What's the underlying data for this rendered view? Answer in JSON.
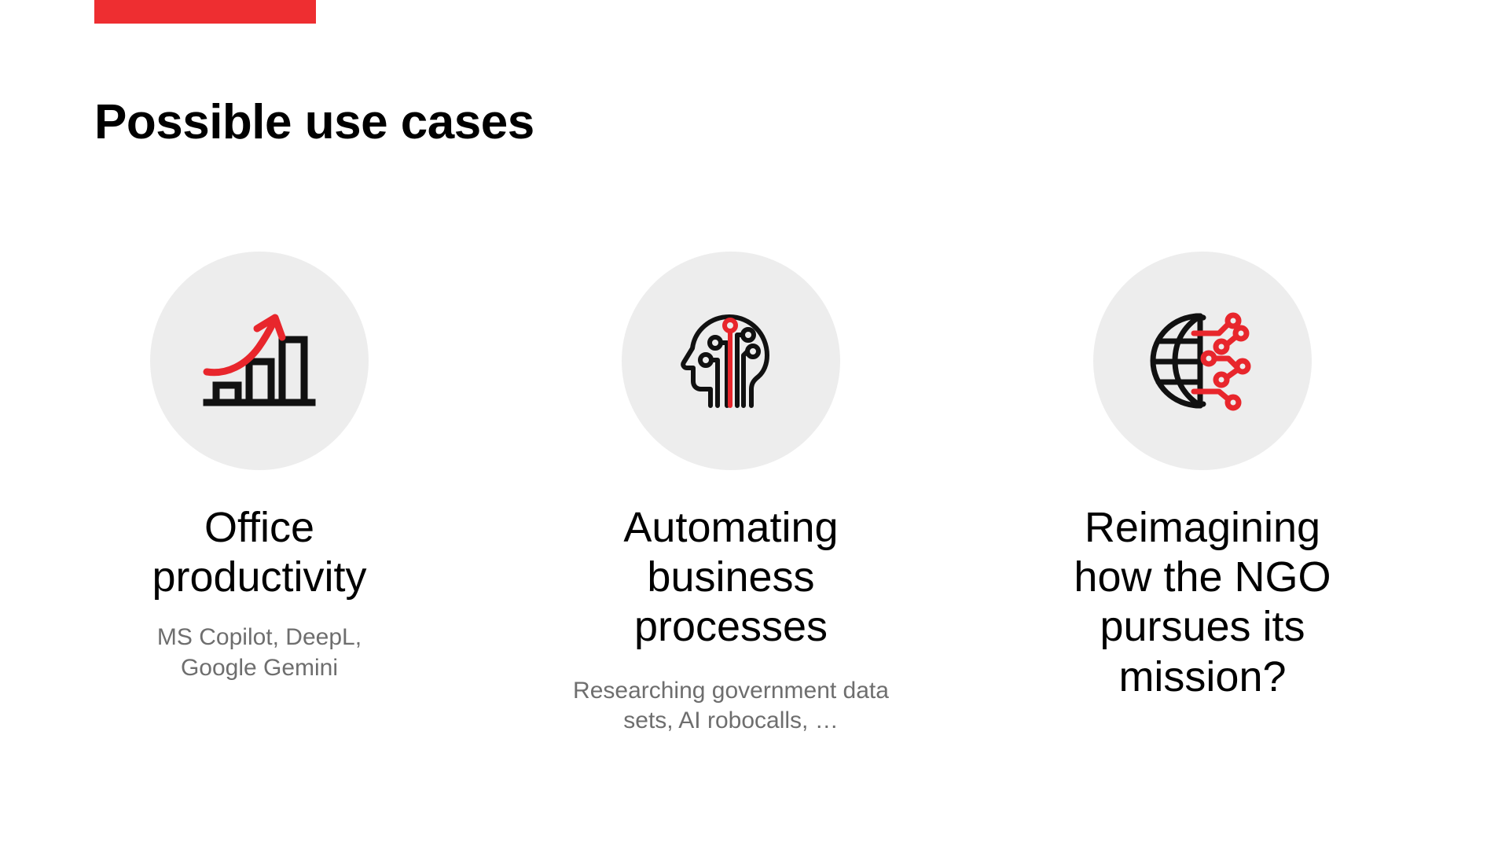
{
  "slide": {
    "title": "Possible use cases",
    "accent_color": "#EE2E31",
    "background_color": "#FFFFFF",
    "circle_color": "#EDEDED",
    "caption_color": "#6E6E6E"
  },
  "cards": [
    {
      "icon": "bar-chart-growth-icon",
      "heading": "Office productivity",
      "caption": "MS Copilot, DeepL, Google Gemini"
    },
    {
      "icon": "ai-brain-head-icon",
      "heading": "Automating business processes",
      "caption": "Researching government data sets, AI robocalls, …"
    },
    {
      "icon": "globe-network-icon",
      "heading": "Reimagining how the NGO pursues its mission?",
      "caption": ""
    }
  ]
}
